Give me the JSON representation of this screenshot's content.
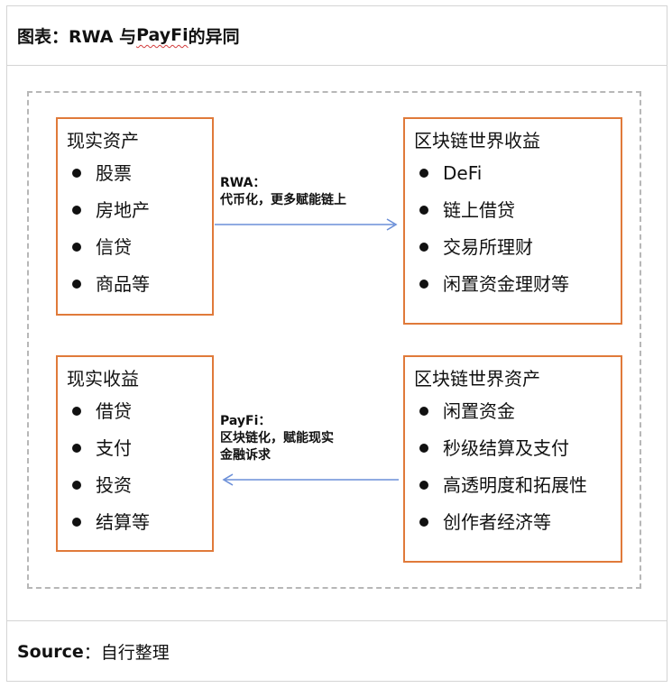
{
  "title": {
    "prefix": "图表：",
    "part1": "RWA 与 ",
    "part2": "PayFi",
    "part3": " 的异同"
  },
  "boxes": {
    "real_assets": {
      "heading": "现实资产",
      "items": [
        "股票",
        "房地产",
        "信贷",
        "商品等"
      ]
    },
    "chain_yield": {
      "heading": "区块链世界收益",
      "items": [
        "DeFi",
        "链上借贷",
        "交易所理财",
        "闲置资金理财等"
      ]
    },
    "real_yield": {
      "heading": "现实收益",
      "items": [
        "借贷",
        "支付",
        "投资",
        "结算等"
      ]
    },
    "chain_assets": {
      "heading": "区块链世界资产",
      "items": [
        "闲置资金",
        "秒级结算及支付",
        "高透明度和拓展性",
        "创作者经济等"
      ]
    }
  },
  "arrows": {
    "rwa": {
      "line1": "RWA：",
      "line2": "代币化，更多赋能链上"
    },
    "payfi": {
      "line1": "PayFi：",
      "line2": "区块链化，赋能现实",
      "line3": "金融诉求"
    }
  },
  "colors": {
    "box_border": "#e07a3a",
    "arrow": "#6b8fd8",
    "dashed_border": "#b7b7b7",
    "frame": "#d4d4d4"
  },
  "source": {
    "key": "Source",
    "value": "：自行整理"
  }
}
